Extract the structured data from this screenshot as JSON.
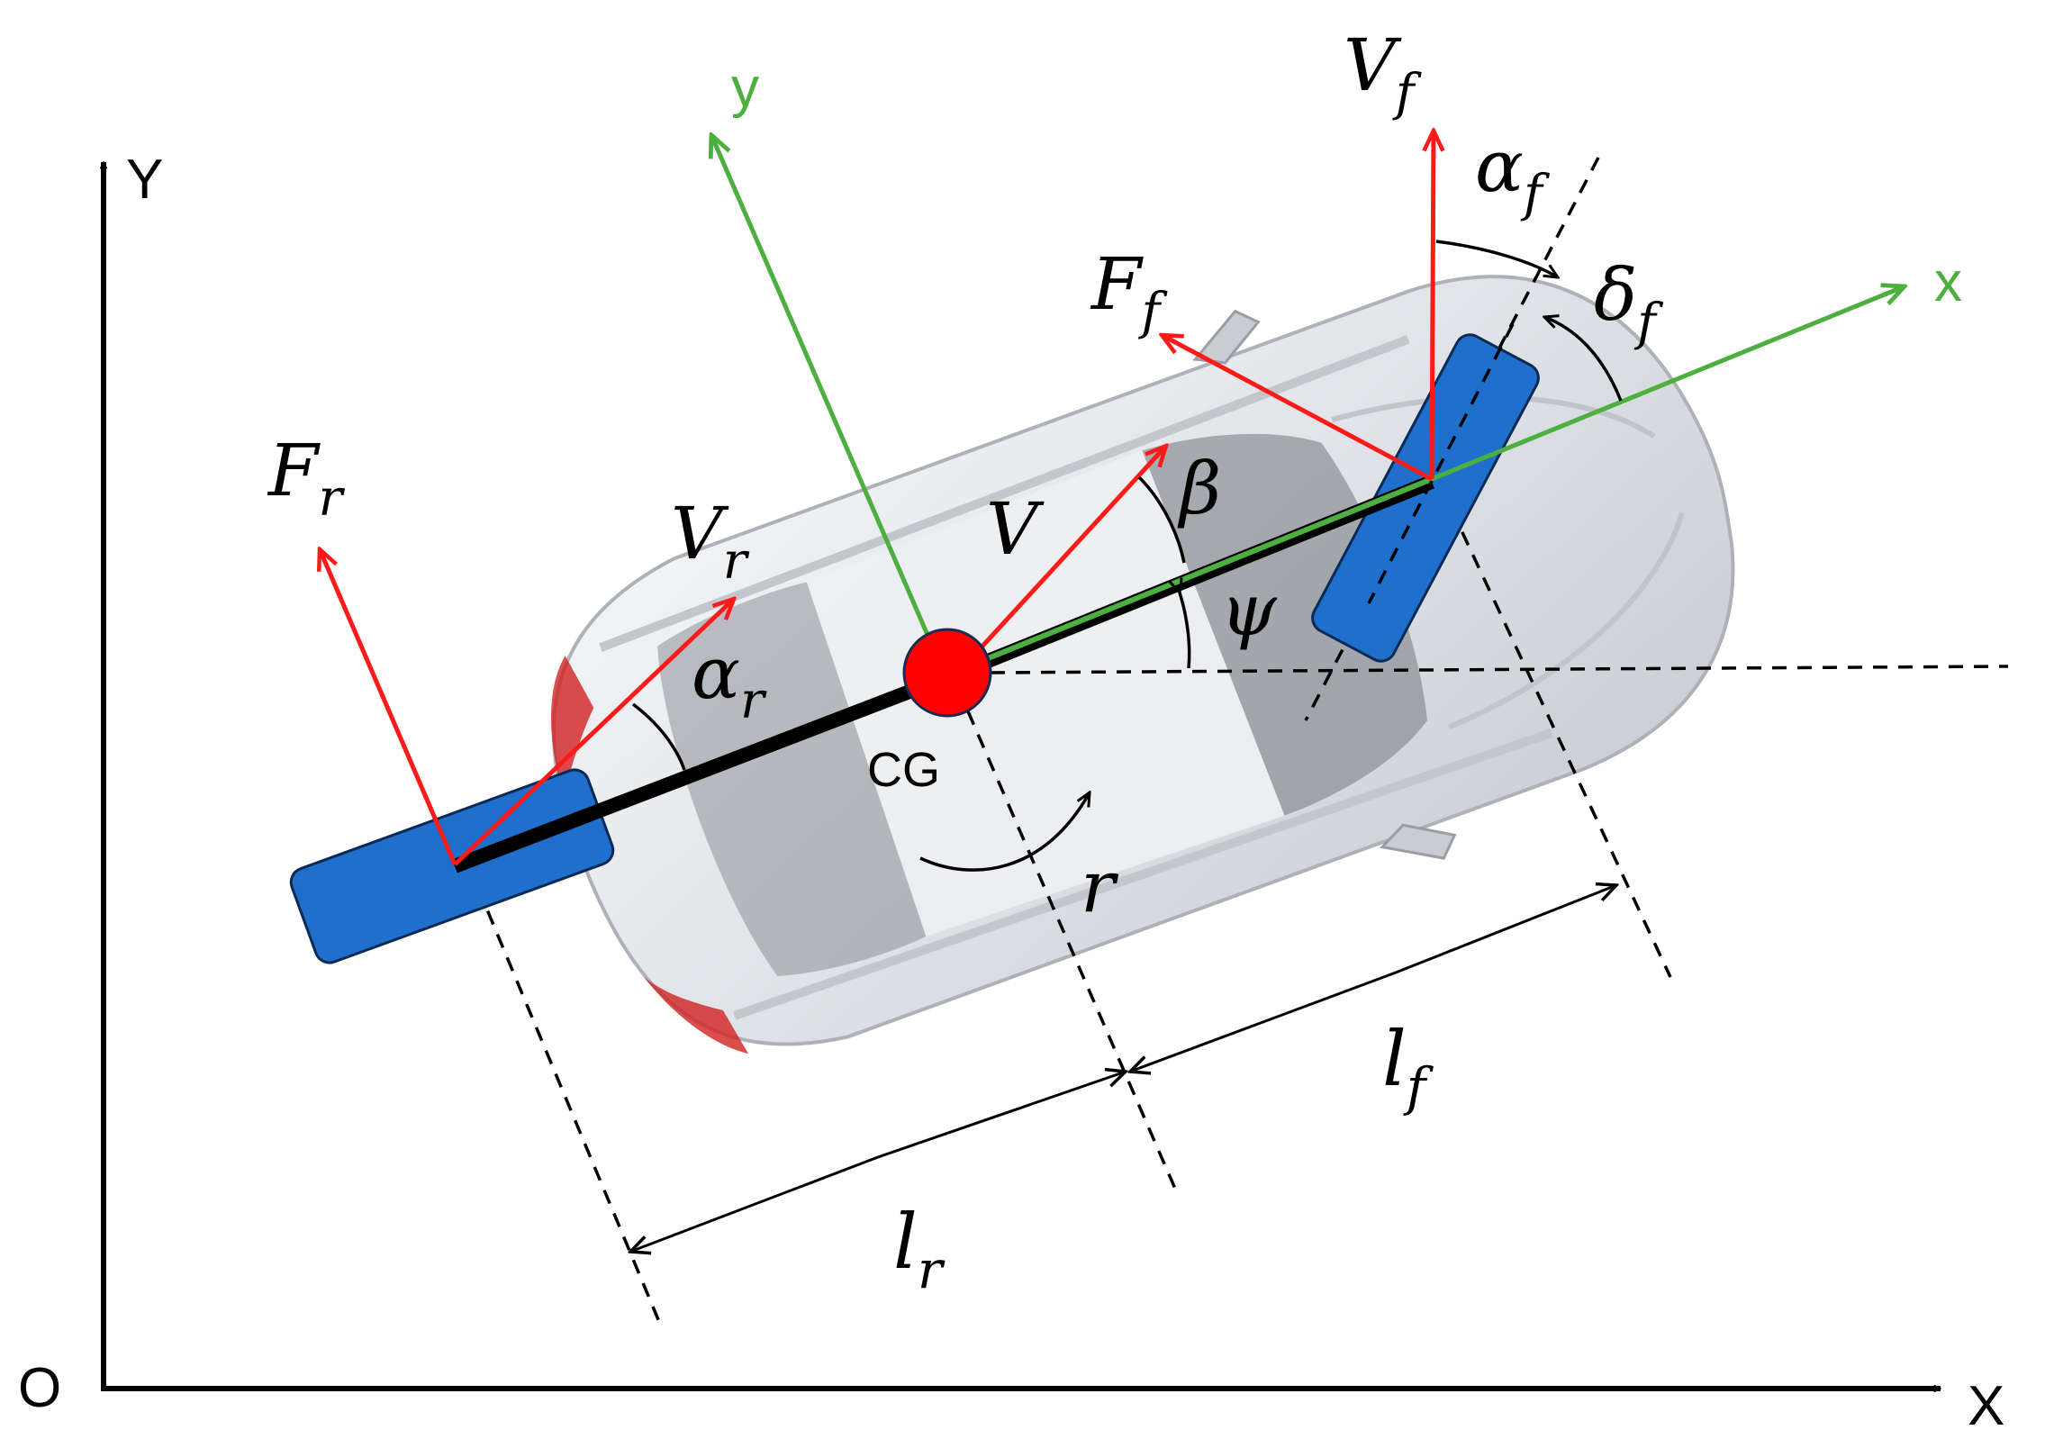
{
  "colors": {
    "axis": "#000000",
    "body_frame": "#4caf3f",
    "force": "#ff1a1a",
    "wheel": "#1f6fcc",
    "wheel_outline": "#0b2a55",
    "cg": "#ff0000",
    "car_body": "#e4e6ea"
  },
  "axes": {
    "origin": "O",
    "global_x": "X",
    "global_y": "Y",
    "body_x": "x",
    "body_y": "y"
  },
  "labels": {
    "cg": "CG",
    "V": {
      "main": "V",
      "sub": ""
    },
    "Vf": {
      "main": "V",
      "sub": "f"
    },
    "Vr": {
      "main": "V",
      "sub": "r"
    },
    "Ff": {
      "main": "F",
      "sub": "f"
    },
    "Fr": {
      "main": "F",
      "sub": "r"
    },
    "alpha_f": {
      "main": "α",
      "sub": "f"
    },
    "alpha_r": {
      "main": "α",
      "sub": "r"
    },
    "delta_f": {
      "main": "δ",
      "sub": "f"
    },
    "beta": "β",
    "psi": "ψ",
    "r": "r",
    "lf": {
      "main": "l",
      "sub": "f"
    },
    "lr": {
      "main": "l",
      "sub": "r"
    }
  },
  "icons": {
    "car": "car-top-view-icon",
    "wheel": "tire-rect-icon",
    "cg": "center-of-gravity-dot-icon",
    "yaw": "curved-arrow-icon"
  }
}
